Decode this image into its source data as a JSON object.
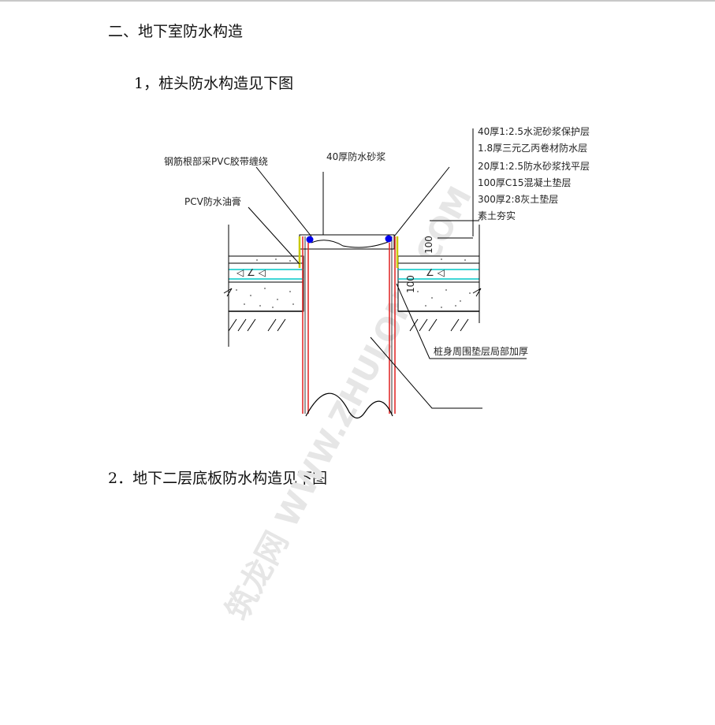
{
  "document": {
    "section_heading": "二、地下室防水构造",
    "item1_heading": "1，桩头防水构造见下图",
    "item2_heading": "2．地下二层底板防水构造见下图"
  },
  "diagram": {
    "labels": {
      "rebar_note": "钢筋根部采PVC胶带缠绕",
      "sealant_note": "PCV防水油膏",
      "mortar_top": "40厚防水砂浆",
      "pile_note": "桩身周围垫层局部加厚",
      "dim_100_a": "100",
      "dim_100_b": "100"
    },
    "layers": [
      "40厚1:2.5水泥砂浆保护层",
      "1.8厚三元乙丙卷材防水层",
      "20厚1:2.5防水砂浆找平层",
      "100厚C15混凝土垫层",
      "300厚2:8灰土垫层",
      "素土夯实"
    ],
    "colors": {
      "pile_outline": "#e02020",
      "waterproof_line": "#00c8c8",
      "sealant": "#c8c800",
      "rebar_dot": "#0000ee"
    }
  },
  "watermark": {
    "text": "筑龙网 WWW.ZHULONG.COM"
  }
}
